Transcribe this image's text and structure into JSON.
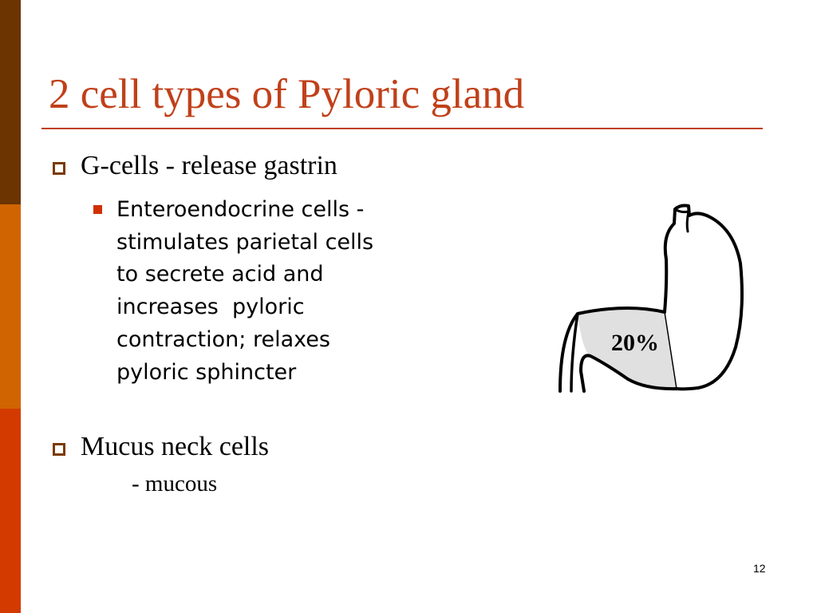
{
  "colors": {
    "title": "#c0401a",
    "rule": "#c0401a",
    "bar_top": "#6b3400",
    "bar_mid": "#d06400",
    "bar_bottom": "#d33a00",
    "l2_bullet": "#d03000",
    "stomach_fill": "#e0e0e0"
  },
  "slide": {
    "title": "2 cell types of Pyloric gland",
    "bullets": [
      {
        "text": "G-cells - release gastrin",
        "sub": {
          "lines": [
            "Enteroendocrine cells -",
            "stimulates parietal cells",
            "to secrete acid and",
            "increases  pyloric",
            "contraction; relaxes",
            "pyloric sphincter"
          ]
        }
      },
      {
        "text": "Mucus neck cells",
        "note": "- mucous"
      }
    ],
    "diagram_label": "20%",
    "page_number": "12"
  }
}
